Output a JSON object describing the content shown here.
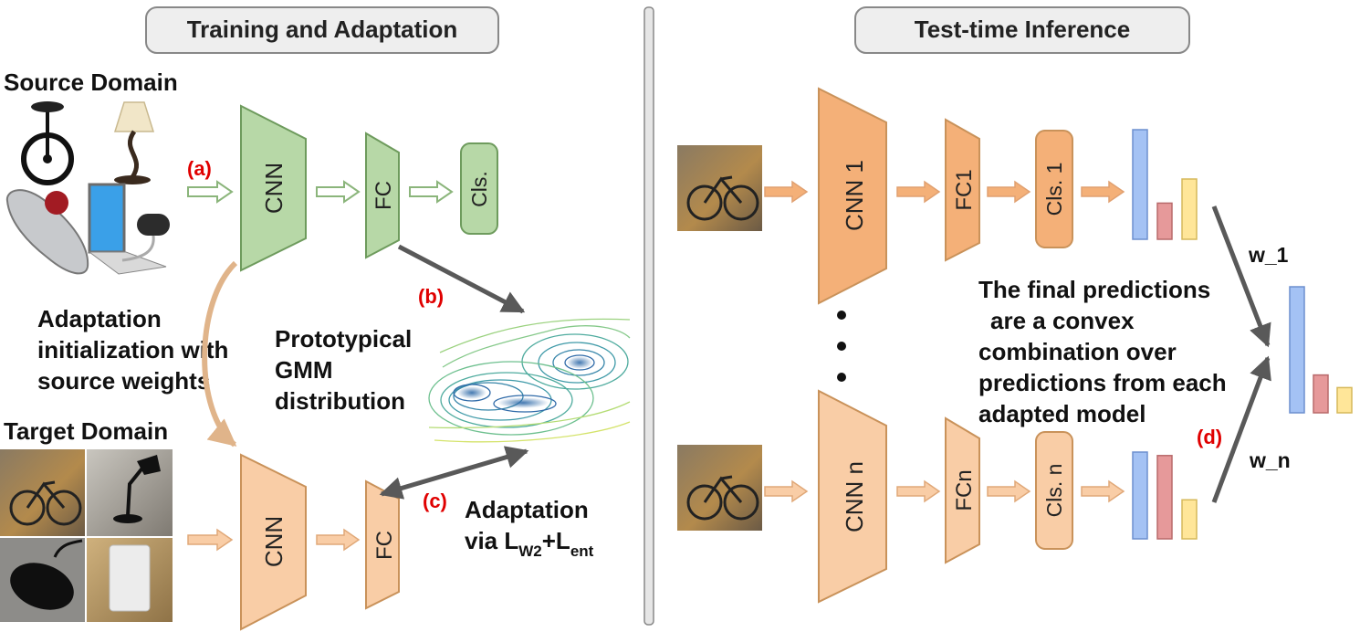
{
  "headers": {
    "left": "Training and Adaptation",
    "right": "Test-time Inference"
  },
  "labels": {
    "source_domain": "Source Domain",
    "target_domain": "Target Domain",
    "step_a": "(a)",
    "step_b": "(b)",
    "step_c": "(c)",
    "step_d": "(d)",
    "adapt_init_line1": "Adaptation",
    "adapt_init_line2": "initialization with",
    "adapt_init_line3": "source weights",
    "gmm_line1": "Prototypical",
    "gmm_line2": "GMM",
    "gmm_line3": "distribution",
    "adapt_via_line1": "Adaptation",
    "adapt_via_prefix": "via L",
    "adapt_via_sub1": "W2",
    "adapt_via_plus": "+L",
    "adapt_via_sub2": "ent",
    "final_line1": "The final predictions",
    "final_line2": "are a convex",
    "final_line3": "combination over",
    "final_line4": "predictions from each",
    "final_line5": "adapted model",
    "weight_1": "w_1",
    "weight_n": "w_n"
  },
  "blocks": {
    "src_cnn": "CNN",
    "src_fc": "FC",
    "src_cls": "Cls.",
    "tgt_cnn": "CNN",
    "tgt_fc": "FC",
    "inf_cnn1": "CNN 1",
    "inf_fc1": "FC1",
    "inf_cls1": "Cls. 1",
    "inf_cnnn": "CNN n",
    "inf_fcn": "FCn",
    "inf_clsn": "Cls. n"
  },
  "predictions": {
    "model_1": [
      1.0,
      0.33,
      0.55
    ],
    "model_n": [
      1.0,
      0.96,
      0.45
    ],
    "combined": [
      1.0,
      0.3,
      0.2
    ]
  },
  "colors": {
    "green": "#b7d8a7",
    "green_stroke": "#6e9b5d",
    "orange_light": "#f9cda6",
    "orange_dark": "#f4b078",
    "orange_stroke": "#c9925a",
    "red_label": "#e00000",
    "bar_blue": "#a4c2f4",
    "bar_red": "#e6999a",
    "bar_yellow": "#ffe699",
    "header_fill": "#eeeeee"
  }
}
